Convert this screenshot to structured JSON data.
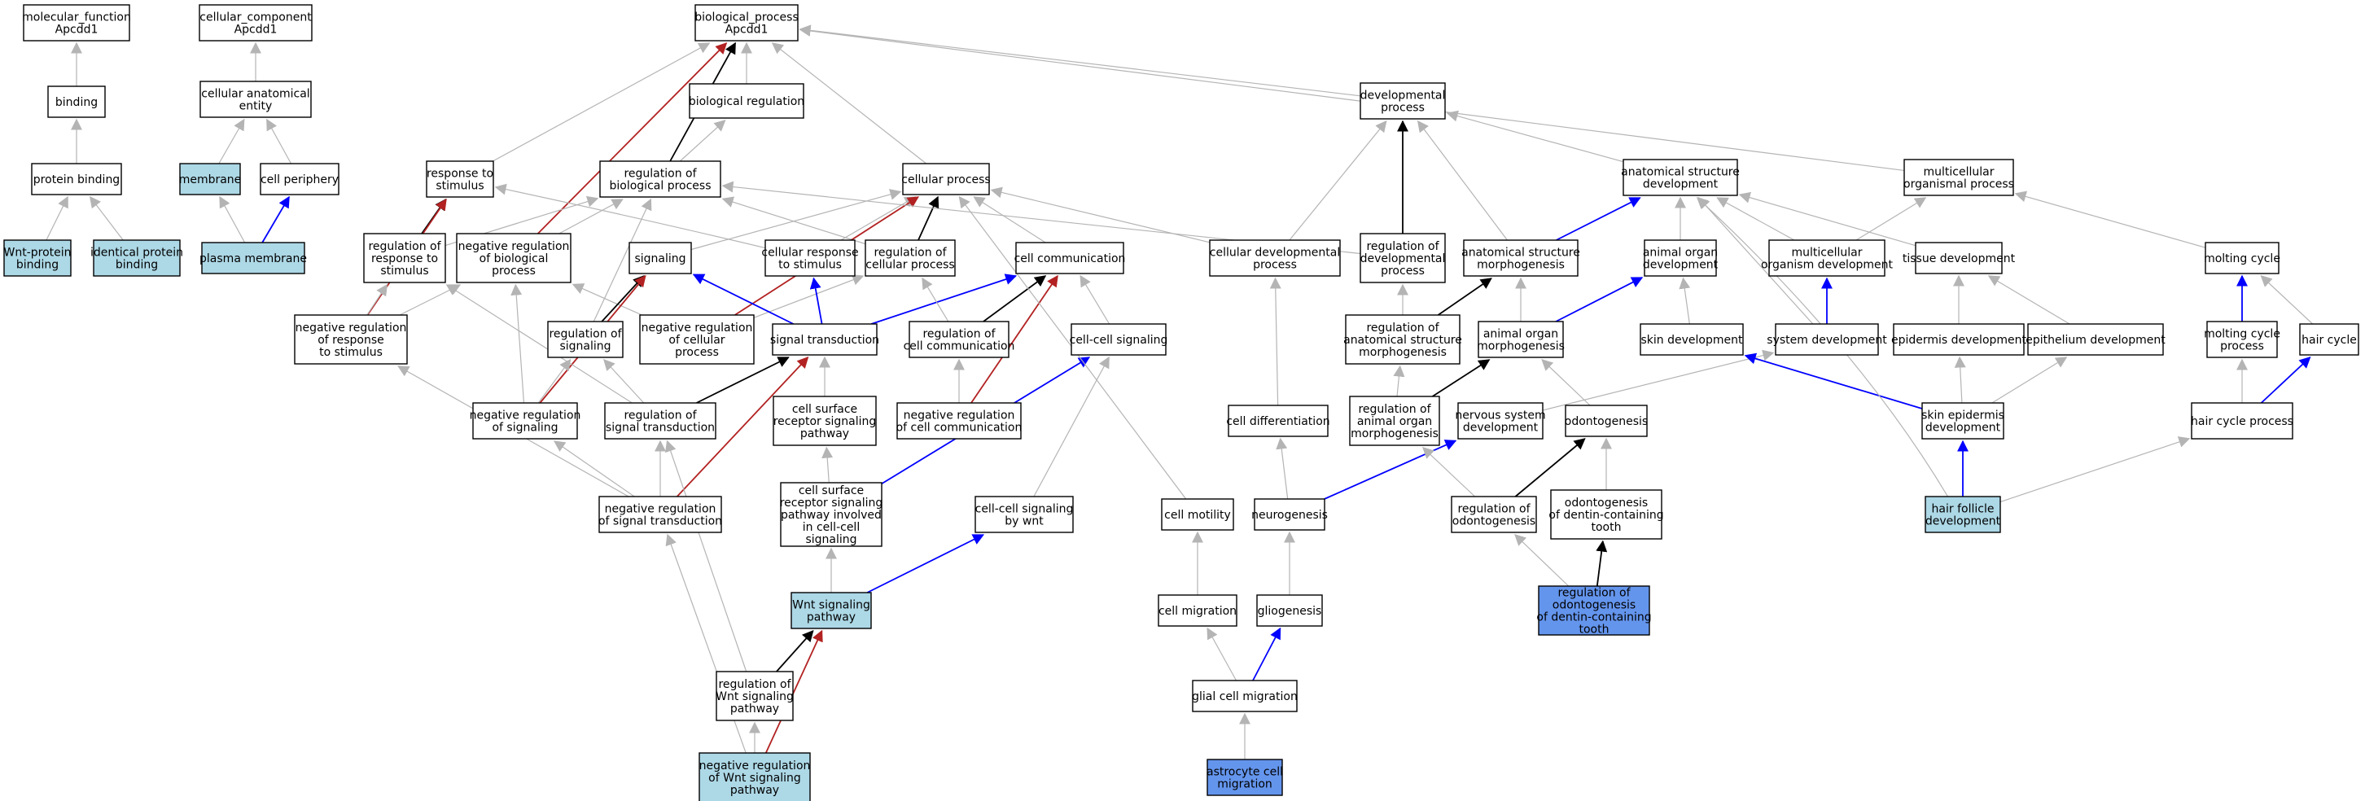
{
  "colors": {
    "plain_fill": "#ffffff",
    "annotated_fill": "#add8e6",
    "query_fill": "#6495ed",
    "edge_is_a": "#b4b4b4",
    "edge_part_of": "#000000",
    "edge_positive": "#0000ff",
    "edge_negative": "#b22222"
  },
  "nodes": [
    {
      "id": "mf",
      "lines": [
        "molecular_function",
        "Apcdd1"
      ],
      "kind": "plain"
    },
    {
      "id": "cc",
      "lines": [
        "cellular_component",
        "Apcdd1"
      ],
      "kind": "plain"
    },
    {
      "id": "bp",
      "lines": [
        "biological_process",
        "Apcdd1"
      ],
      "kind": "plain"
    },
    {
      "id": "binding",
      "lines": [
        "binding"
      ],
      "kind": "plain"
    },
    {
      "id": "cae",
      "lines": [
        "cellular anatomical",
        "entity"
      ],
      "kind": "plain"
    },
    {
      "id": "bioreg",
      "lines": [
        "biological regulation"
      ],
      "kind": "plain"
    },
    {
      "id": "devproc",
      "lines": [
        "developmental",
        "process"
      ],
      "kind": "plain"
    },
    {
      "id": "pb",
      "lines": [
        "protein binding"
      ],
      "kind": "plain"
    },
    {
      "id": "membrane",
      "lines": [
        "membrane"
      ],
      "kind": "annotated"
    },
    {
      "id": "cellper",
      "lines": [
        "cell periphery"
      ],
      "kind": "plain"
    },
    {
      "id": "resp",
      "lines": [
        "response to",
        "stimulus"
      ],
      "kind": "plain"
    },
    {
      "id": "regbp",
      "lines": [
        "regulation of",
        "biological process"
      ],
      "kind": "plain"
    },
    {
      "id": "cellproc",
      "lines": [
        "cellular process"
      ],
      "kind": "plain"
    },
    {
      "id": "asd",
      "lines": [
        "anatomical structure",
        "development"
      ],
      "kind": "plain"
    },
    {
      "id": "mop",
      "lines": [
        "multicellular",
        "organismal process"
      ],
      "kind": "plain"
    },
    {
      "id": "wnt",
      "lines": [
        "Wnt-protein",
        "binding"
      ],
      "kind": "annotated"
    },
    {
      "id": "ipb",
      "lines": [
        "identical protein",
        "binding"
      ],
      "kind": "annotated"
    },
    {
      "id": "pm",
      "lines": [
        "plasma membrane"
      ],
      "kind": "annotated"
    },
    {
      "id": "regresp",
      "lines": [
        "regulation of",
        "response to",
        "stimulus"
      ],
      "kind": "plain"
    },
    {
      "id": "negregbp",
      "lines": [
        "negative regulation",
        "of biological",
        "process"
      ],
      "kind": "plain"
    },
    {
      "id": "signaling",
      "lines": [
        "signaling"
      ],
      "kind": "plain"
    },
    {
      "id": "cellresp",
      "lines": [
        "cellular response",
        "to stimulus"
      ],
      "kind": "plain"
    },
    {
      "id": "regcp",
      "lines": [
        "regulation of",
        "cellular process"
      ],
      "kind": "plain"
    },
    {
      "id": "cellcomm",
      "lines": [
        "cell communication"
      ],
      "kind": "plain"
    },
    {
      "id": "celldevproc",
      "lines": [
        "cellular developmental",
        "process"
      ],
      "kind": "plain"
    },
    {
      "id": "regdev",
      "lines": [
        "regulation of",
        "developmental",
        "process"
      ],
      "kind": "plain"
    },
    {
      "id": "asm",
      "lines": [
        "anatomical structure",
        "morphogenesis"
      ],
      "kind": "plain"
    },
    {
      "id": "aod",
      "lines": [
        "animal organ",
        "development"
      ],
      "kind": "plain"
    },
    {
      "id": "mod",
      "lines": [
        "multicellular",
        "organism development"
      ],
      "kind": "plain"
    },
    {
      "id": "tissue",
      "lines": [
        "tissue development"
      ],
      "kind": "plain"
    },
    {
      "id": "molting",
      "lines": [
        "molting cycle"
      ],
      "kind": "plain"
    },
    {
      "id": "negregresp",
      "lines": [
        "negative regulation",
        "of response",
        "to stimulus"
      ],
      "kind": "plain"
    },
    {
      "id": "regsig",
      "lines": [
        "regulation of",
        "signaling"
      ],
      "kind": "plain"
    },
    {
      "id": "negregcp",
      "lines": [
        "negative regulation",
        "of cellular",
        "process"
      ],
      "kind": "plain"
    },
    {
      "id": "sigtrans",
      "lines": [
        "signal transduction"
      ],
      "kind": "plain"
    },
    {
      "id": "regcc",
      "lines": [
        "regulation of",
        "cell communication"
      ],
      "kind": "plain"
    },
    {
      "id": "ccsig",
      "lines": [
        "cell-cell signaling"
      ],
      "kind": "plain"
    },
    {
      "id": "regasm",
      "lines": [
        "regulation of",
        "anatomical structure",
        "morphogenesis"
      ],
      "kind": "plain"
    },
    {
      "id": "aom",
      "lines": [
        "animal organ",
        "morphogenesis"
      ],
      "kind": "plain"
    },
    {
      "id": "skindev",
      "lines": [
        "skin development"
      ],
      "kind": "plain"
    },
    {
      "id": "sysdev",
      "lines": [
        "system development"
      ],
      "kind": "plain"
    },
    {
      "id": "epidev",
      "lines": [
        "epidermis development"
      ],
      "kind": "plain"
    },
    {
      "id": "epithdev",
      "lines": [
        "epithelium development"
      ],
      "kind": "plain"
    },
    {
      "id": "moltproc",
      "lines": [
        "molting cycle",
        "process"
      ],
      "kind": "plain"
    },
    {
      "id": "haircycle",
      "lines": [
        "hair cycle"
      ],
      "kind": "plain"
    },
    {
      "id": "negregsig",
      "lines": [
        "negative regulation",
        "of signaling"
      ],
      "kind": "plain"
    },
    {
      "id": "regst",
      "lines": [
        "regulation of",
        "signal transduction"
      ],
      "kind": "plain"
    },
    {
      "id": "csrsp",
      "lines": [
        "cell surface",
        "receptor signaling",
        "pathway"
      ],
      "kind": "plain"
    },
    {
      "id": "negregcc",
      "lines": [
        "negative regulation",
        "of cell communication"
      ],
      "kind": "plain"
    },
    {
      "id": "celldiff",
      "lines": [
        "cell differentiation"
      ],
      "kind": "plain"
    },
    {
      "id": "regaom",
      "lines": [
        "regulation of",
        "animal organ",
        "morphogenesis"
      ],
      "kind": "plain"
    },
    {
      "id": "nsd",
      "lines": [
        "nervous system",
        "development"
      ],
      "kind": "plain"
    },
    {
      "id": "odonto",
      "lines": [
        "odontogenesis"
      ],
      "kind": "plain"
    },
    {
      "id": "sed",
      "lines": [
        "skin epidermis",
        "development"
      ],
      "kind": "plain"
    },
    {
      "id": "hcp",
      "lines": [
        "hair cycle process"
      ],
      "kind": "plain"
    },
    {
      "id": "negregst",
      "lines": [
        "negative regulation",
        "of signal transduction"
      ],
      "kind": "plain"
    },
    {
      "id": "csrspcc",
      "lines": [
        "cell surface",
        "receptor signaling",
        "pathway involved",
        "in cell-cell",
        "signaling"
      ],
      "kind": "plain"
    },
    {
      "id": "ccwnt",
      "lines": [
        "cell-cell signaling",
        "by wnt"
      ],
      "kind": "plain"
    },
    {
      "id": "motility",
      "lines": [
        "cell motility"
      ],
      "kind": "plain"
    },
    {
      "id": "neuro",
      "lines": [
        "neurogenesis"
      ],
      "kind": "plain"
    },
    {
      "id": "regodonto",
      "lines": [
        "regulation of",
        "odontogenesis"
      ],
      "kind": "plain"
    },
    {
      "id": "odontodct",
      "lines": [
        "odontogenesis",
        "of dentin-containing",
        "tooth"
      ],
      "kind": "plain"
    },
    {
      "id": "hfd",
      "lines": [
        "hair follicle",
        "development"
      ],
      "kind": "annotated"
    },
    {
      "id": "wntpath",
      "lines": [
        "Wnt signaling",
        "pathway"
      ],
      "kind": "annotated"
    },
    {
      "id": "migration",
      "lines": [
        "cell migration"
      ],
      "kind": "plain"
    },
    {
      "id": "glio",
      "lines": [
        "gliogenesis"
      ],
      "kind": "plain"
    },
    {
      "id": "regodontodct",
      "lines": [
        "regulation of",
        "odontogenesis",
        "of dentin-containing",
        "tooth"
      ],
      "kind": "query"
    },
    {
      "id": "regwnt",
      "lines": [
        "regulation of",
        "Wnt signaling",
        "pathway"
      ],
      "kind": "plain"
    },
    {
      "id": "glialmig",
      "lines": [
        "glial cell migration"
      ],
      "kind": "plain"
    },
    {
      "id": "negregwnt",
      "lines": [
        "negative regulation",
        "of Wnt signaling",
        "pathway"
      ],
      "kind": "annotated"
    },
    {
      "id": "astro",
      "lines": [
        "astrocyte cell",
        "migration"
      ],
      "kind": "query"
    }
  ],
  "edges": [
    [
      "binding",
      "mf",
      "is_a"
    ],
    [
      "pb",
      "binding",
      "is_a"
    ],
    [
      "wnt",
      "pb",
      "is_a"
    ],
    [
      "ipb",
      "pb",
      "is_a"
    ],
    [
      "cae",
      "cc",
      "is_a"
    ],
    [
      "membrane",
      "cae",
      "is_a"
    ],
    [
      "cellper",
      "cae",
      "is_a"
    ],
    [
      "pm",
      "membrane",
      "is_a"
    ],
    [
      "pm",
      "cellper",
      "positive"
    ],
    [
      "bioreg",
      "bp",
      "is_a"
    ],
    [
      "resp",
      "bp",
      "is_a"
    ],
    [
      "cellproc",
      "bp",
      "is_a"
    ],
    [
      "devproc",
      "bp",
      "is_a"
    ],
    [
      "mop",
      "bp",
      "is_a"
    ],
    [
      "regbp",
      "bp",
      "part_of"
    ],
    [
      "regbp",
      "bioreg",
      "is_a"
    ],
    [
      "negregbp",
      "bp",
      "negative"
    ],
    [
      "negregbp",
      "regbp",
      "is_a"
    ],
    [
      "regresp",
      "resp",
      "part_of"
    ],
    [
      "regresp",
      "regbp",
      "is_a"
    ],
    [
      "negregresp",
      "resp",
      "negative"
    ],
    [
      "negregresp",
      "regresp",
      "is_a"
    ],
    [
      "negregresp",
      "negregbp",
      "is_a"
    ],
    [
      "signaling",
      "cellproc",
      "is_a"
    ],
    [
      "cellresp",
      "resp",
      "is_a"
    ],
    [
      "cellresp",
      "cellproc",
      "is_a"
    ],
    [
      "regcp",
      "cellproc",
      "part_of"
    ],
    [
      "regcp",
      "regbp",
      "is_a"
    ],
    [
      "negregcp",
      "cellproc",
      "negative"
    ],
    [
      "negregcp",
      "negregbp",
      "is_a"
    ],
    [
      "negregcp",
      "regcp",
      "is_a"
    ],
    [
      "cellcomm",
      "cellproc",
      "is_a"
    ],
    [
      "sigtrans",
      "signaling",
      "positive"
    ],
    [
      "sigtrans",
      "cellresp",
      "positive"
    ],
    [
      "sigtrans",
      "cellcomm",
      "positive"
    ],
    [
      "regsig",
      "signaling",
      "part_of"
    ],
    [
      "regsig",
      "regbp",
      "is_a"
    ],
    [
      "negregsig",
      "signaling",
      "negative"
    ],
    [
      "negregsig",
      "regsig",
      "is_a"
    ],
    [
      "negregsig",
      "negregbp",
      "is_a"
    ],
    [
      "regcc",
      "cellcomm",
      "part_of"
    ],
    [
      "regcc",
      "regcp",
      "is_a"
    ],
    [
      "negregcc",
      "cellcomm",
      "negative"
    ],
    [
      "negregcc",
      "regcc",
      "is_a"
    ],
    [
      "regst",
      "sigtrans",
      "part_of"
    ],
    [
      "regst",
      "regsig",
      "is_a"
    ],
    [
      "regst",
      "regresp",
      "is_a"
    ],
    [
      "negregst",
      "sigtrans",
      "negative"
    ],
    [
      "negregst",
      "regst",
      "is_a"
    ],
    [
      "negregst",
      "negregsig",
      "is_a"
    ],
    [
      "negregst",
      "negregresp",
      "is_a"
    ],
    [
      "csrsp",
      "sigtrans",
      "is_a"
    ],
    [
      "ccsig",
      "cellcomm",
      "is_a"
    ],
    [
      "csrspcc",
      "csrsp",
      "is_a"
    ],
    [
      "csrspcc",
      "ccsig",
      "positive"
    ],
    [
      "ccwnt",
      "ccsig",
      "is_a"
    ],
    [
      "wntpath",
      "csrspcc",
      "is_a"
    ],
    [
      "wntpath",
      "ccwnt",
      "positive"
    ],
    [
      "regwnt",
      "wntpath",
      "part_of"
    ],
    [
      "regwnt",
      "regst",
      "is_a"
    ],
    [
      "negregwnt",
      "wntpath",
      "negative"
    ],
    [
      "negregwnt",
      "regwnt",
      "is_a"
    ],
    [
      "negregwnt",
      "negregst",
      "is_a"
    ],
    [
      "celldevproc",
      "devproc",
      "is_a"
    ],
    [
      "celldevproc",
      "cellproc",
      "is_a"
    ],
    [
      "celldiff",
      "celldevproc",
      "is_a"
    ],
    [
      "regdev",
      "devproc",
      "part_of"
    ],
    [
      "regdev",
      "regbp",
      "is_a"
    ],
    [
      "regasm",
      "asm",
      "part_of"
    ],
    [
      "regasm",
      "regdev",
      "is_a"
    ],
    [
      "asm",
      "devproc",
      "is_a"
    ],
    [
      "asm",
      "asd",
      "positive"
    ],
    [
      "asd",
      "devproc",
      "is_a"
    ],
    [
      "mop",
      "mop",
      "none"
    ],
    [
      "aod",
      "asd",
      "is_a"
    ],
    [
      "mod",
      "asd",
      "is_a"
    ],
    [
      "mod",
      "mop",
      "is_a"
    ],
    [
      "tissue",
      "asd",
      "is_a"
    ],
    [
      "molting",
      "mop",
      "is_a"
    ],
    [
      "aom",
      "asm",
      "is_a"
    ],
    [
      "aom",
      "aod",
      "positive"
    ],
    [
      "regaom",
      "aom",
      "part_of"
    ],
    [
      "regaom",
      "regasm",
      "is_a"
    ],
    [
      "skindev",
      "aod",
      "is_a"
    ],
    [
      "sysdev",
      "asd",
      "is_a"
    ],
    [
      "sysdev",
      "mod",
      "positive"
    ],
    [
      "epidev",
      "tissue",
      "is_a"
    ],
    [
      "epithdev",
      "tissue",
      "is_a"
    ],
    [
      "moltproc",
      "molting",
      "positive"
    ],
    [
      "haircycle",
      "molting",
      "is_a"
    ],
    [
      "nsd",
      "sysdev",
      "is_a"
    ],
    [
      "odonto",
      "aom",
      "is_a"
    ],
    [
      "sed",
      "skindev",
      "positive"
    ],
    [
      "sed",
      "epidev",
      "is_a"
    ],
    [
      "sed",
      "epithdev",
      "is_a"
    ],
    [
      "hcp",
      "moltproc",
      "is_a"
    ],
    [
      "hcp",
      "haircycle",
      "positive"
    ],
    [
      "hfd",
      "sed",
      "positive"
    ],
    [
      "hfd",
      "hcp",
      "is_a"
    ],
    [
      "hfd",
      "asd",
      "is_a"
    ],
    [
      "neuro",
      "celldiff",
      "is_a"
    ],
    [
      "neuro",
      "nsd",
      "positive"
    ],
    [
      "glio",
      "neuro",
      "is_a"
    ],
    [
      "motility",
      "cellproc",
      "is_a"
    ],
    [
      "migration",
      "motility",
      "is_a"
    ],
    [
      "regodonto",
      "odonto",
      "part_of"
    ],
    [
      "regodonto",
      "regaom",
      "is_a"
    ],
    [
      "odontodct",
      "odonto",
      "is_a"
    ],
    [
      "regodontodct",
      "odontodct",
      "part_of"
    ],
    [
      "regodontodct",
      "regodonto",
      "is_a"
    ],
    [
      "glialmig",
      "migration",
      "is_a"
    ],
    [
      "glialmig",
      "glio",
      "positive"
    ],
    [
      "astro",
      "glialmig",
      "is_a"
    ]
  ]
}
